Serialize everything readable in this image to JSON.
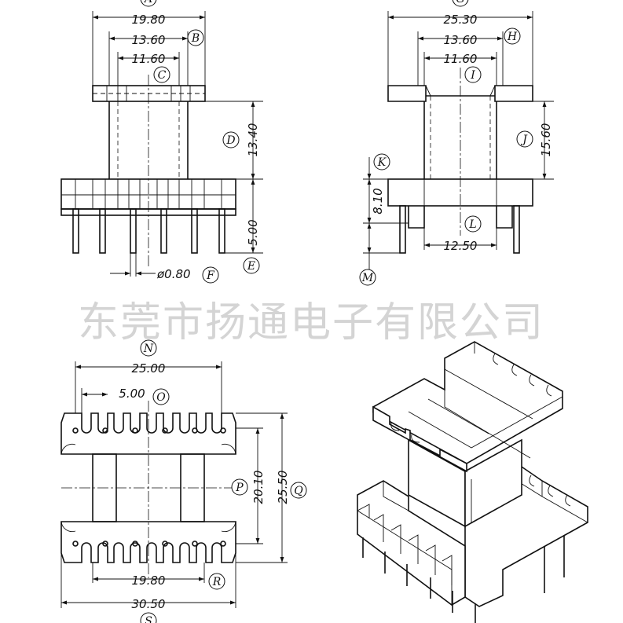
{
  "watermark": "东莞市扬通电子有限公司",
  "dimensions": {
    "front_width": "19.80",
    "front_b": "13.60",
    "front_c": "11.60",
    "front_height": "13.40",
    "front_pin_length": "5.00",
    "pin_diameter": "ø0.80",
    "side_width": "25.30",
    "side_h": "13.60",
    "side_i": "11.60",
    "side_height": "15.60",
    "side_base": "8.10",
    "side_pin_span": "12.50",
    "bottom_width_n": "25.00",
    "bottom_pitch": "5.00",
    "bottom_p": "20.10",
    "bottom_q": "25.50",
    "bottom_r": "19.80",
    "bottom_total": "30.50"
  },
  "labels": {
    "a": "A",
    "b": "B",
    "c": "C",
    "d": "D",
    "e": "E",
    "f": "F",
    "g": "G",
    "h": "H",
    "i": "I",
    "j": "J",
    "k": "K",
    "l": "L",
    "m": "M",
    "n": "N",
    "o": "O",
    "p": "P",
    "q": "Q",
    "r": "R",
    "s": "S"
  }
}
